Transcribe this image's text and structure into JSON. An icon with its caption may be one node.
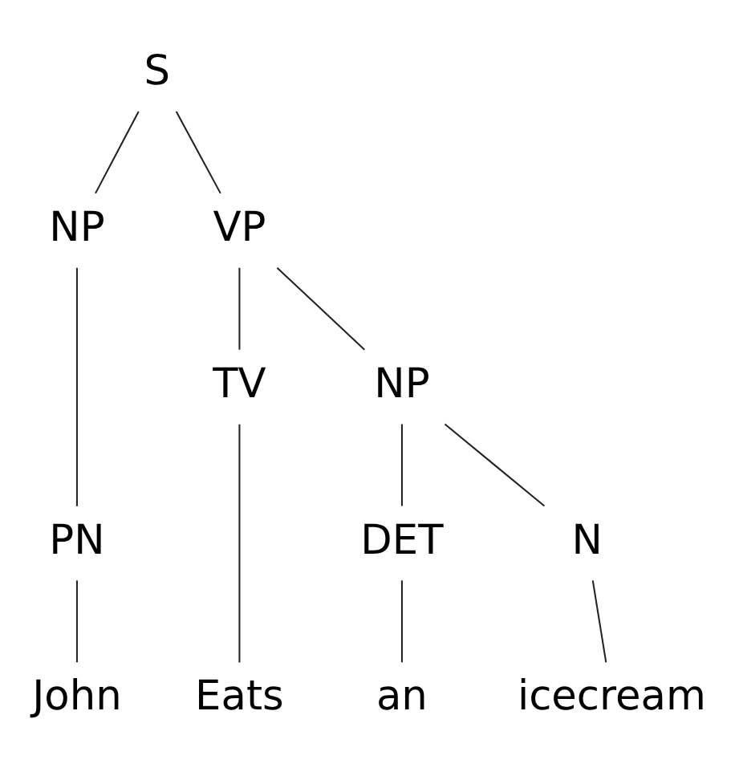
{
  "diagram": {
    "nodes": [
      {
        "text": [
          "S"
        ]
      },
      {
        "text": [
          "NP"
        ]
      },
      {
        "text": [
          "VP"
        ]
      },
      {
        "text": [
          "PN"
        ]
      },
      {
        "text": [
          "TV"
        ]
      },
      {
        "text": [
          "NP"
        ]
      },
      {
        "text": [
          "DET"
        ]
      },
      {
        "text": [
          "N"
        ]
      },
      {
        "text": [
          "John"
        ]
      },
      {
        "text": [
          "Eats"
        ]
      },
      {
        "text": [
          "an"
        ]
      },
      {
        "text": [
          "icecream"
        ]
      }
    ],
    "edges": [
      {
        "from": 0,
        "to": 1,
        "arrow": "none"
      },
      {
        "from": 0,
        "to": 2,
        "arrow": "none"
      },
      {
        "from": 1,
        "to": 3,
        "arrow": "none"
      },
      {
        "from": 2,
        "to": 4,
        "arrow": "none"
      },
      {
        "from": 2,
        "to": 5,
        "arrow": "none"
      },
      {
        "from": 3,
        "to": 8,
        "arrow": "none"
      },
      {
        "from": 4,
        "to": 9,
        "arrow": "none"
      },
      {
        "from": 5,
        "to": 6,
        "arrow": "none"
      },
      {
        "from": 5,
        "to": 7,
        "arrow": "none"
      },
      {
        "from": 6,
        "to": 10,
        "arrow": "none"
      },
      {
        "from": 7,
        "to": 11,
        "arrow": "none"
      }
    ]
  }
}
